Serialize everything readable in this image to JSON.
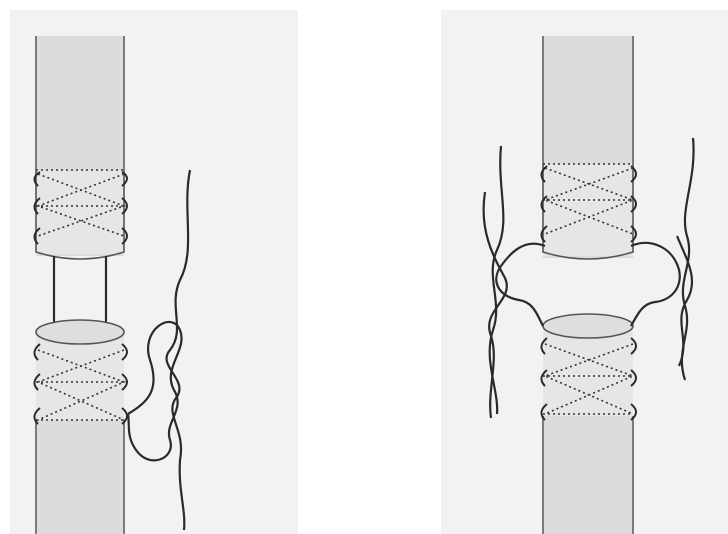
{
  "figure": {
    "panels": [
      {
        "id": "left",
        "stage": "threads-in-tubing-loop"
      },
      {
        "id": "right",
        "stage": "threads-crossed-around-tubes"
      }
    ],
    "colors": {
      "background": "#ffffff",
      "panel": "#f2f2f2",
      "tube_fill": "#dcdcdc",
      "tube_edge": "#7a7a7a",
      "thread": "#2a2a2a",
      "stitch_dots": "#333333"
    }
  }
}
